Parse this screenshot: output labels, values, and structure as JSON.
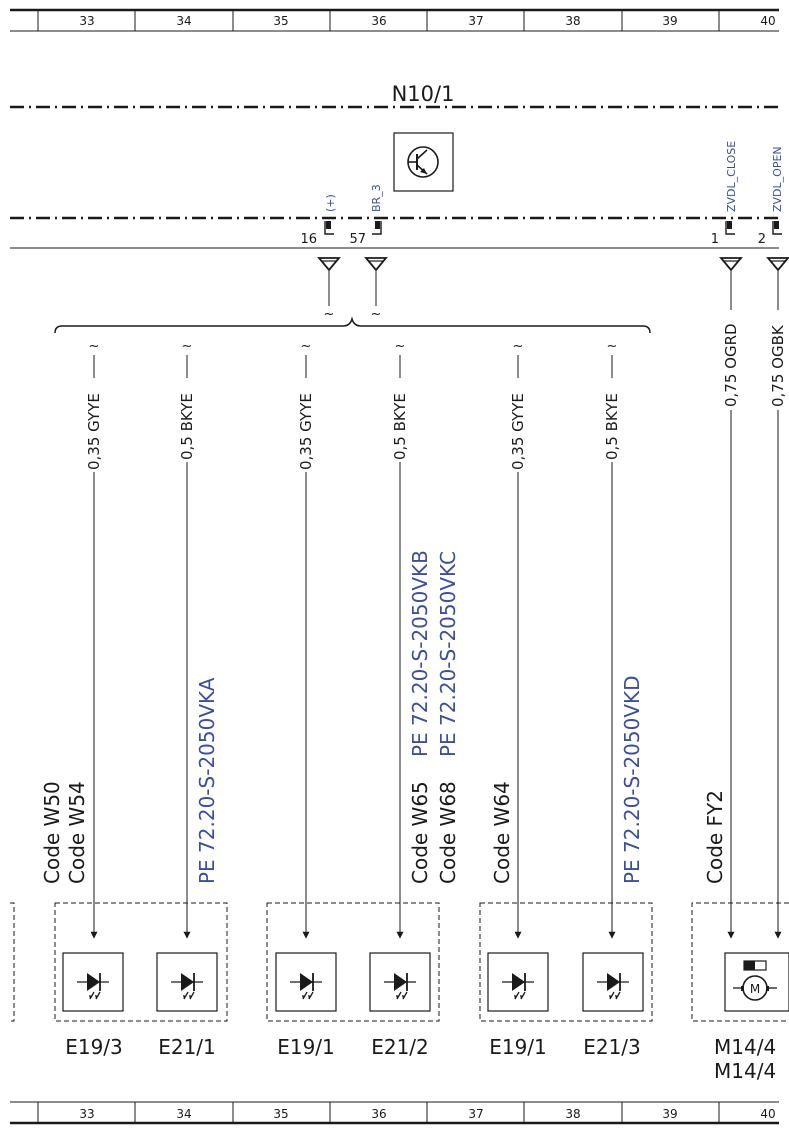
{
  "grid": {
    "columns": [
      "33",
      "34",
      "35",
      "36",
      "37",
      "38",
      "39",
      "40"
    ]
  },
  "module": {
    "name": "N10/1",
    "pins": [
      {
        "number": "16",
        "signal": "(+)"
      },
      {
        "number": "57",
        "signal": "BR_3"
      },
      {
        "number": "1",
        "signal": "ZVDL_CLOSE"
      },
      {
        "number": "2",
        "signal": "ZVDL_OPEN"
      }
    ]
  },
  "wires": [
    {
      "label": "0,35 GYYE"
    },
    {
      "label": "0,5 BKYE"
    },
    {
      "label": "0,35 GYYE"
    },
    {
      "label": "0,5 BKYE"
    },
    {
      "label": "0,35 GYYE"
    },
    {
      "label": "0,5 BKYE"
    },
    {
      "label": "0,75 OGRD"
    },
    {
      "label": "0,75 OGBK"
    }
  ],
  "codes": {
    "w50": "Code W50",
    "w54": "Code W54",
    "w65": "Code W65",
    "w68": "Code W68",
    "w64": "Code W64",
    "fy2": "Code FY2"
  },
  "pe_refs": {
    "vka": "PE 72.20-S-2050VKA",
    "vkb": "PE 72.20-S-2050VKB",
    "vkc": "PE 72.20-S-2050VKC",
    "vkd": "PE 72.20-S-2050VKD"
  },
  "components": [
    {
      "id": "E19/3"
    },
    {
      "id": "E21/1"
    },
    {
      "id": "E19/1"
    },
    {
      "id": "E21/2"
    },
    {
      "id": "E19/1"
    },
    {
      "id": "E21/3"
    },
    {
      "id": "M14/4"
    },
    {
      "id": "M14/4"
    }
  ],
  "colors": {
    "line": "#1a1a1a",
    "reference_blue": "#3b4ea0"
  }
}
